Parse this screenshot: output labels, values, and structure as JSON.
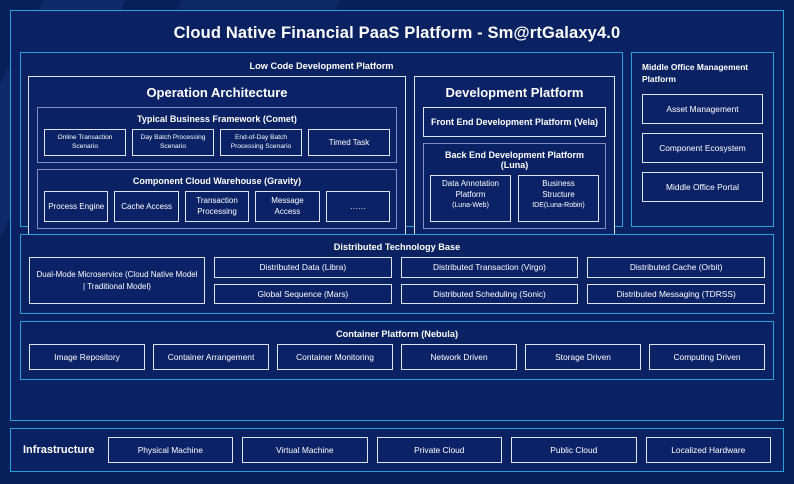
{
  "title": "Cloud Native Financial PaaS Platform - Sm@rtGalaxy4.0",
  "colors": {
    "background": "#06205c",
    "panel_fill": "#0a2262",
    "accent_cyan": "#2a9fe0",
    "border_lavender": "#b9bfdd",
    "border_white": "#dfe3f2",
    "text": "#ffffff"
  },
  "low_code": {
    "heading": "Low Code Development Platform",
    "operation": {
      "title": "Operation Architecture",
      "business_framework": {
        "title": "Typical Business Framework (Comet)",
        "items": [
          "Online Transaction Scenario",
          "Day Batch Processing Scenario",
          "End-of-Day Batch Processing Scenario",
          "Timed Task"
        ]
      },
      "component_warehouse": {
        "title": "Component Cloud Warehouse (Gravity)",
        "items": [
          "Process Engine",
          "Cache Access",
          "Transaction Processing",
          "Message Access",
          "……"
        ]
      }
    },
    "development": {
      "title": "Development Platform",
      "front_end": "Front End Development Platform (Vela)",
      "back_end": {
        "title": "Back End Development Platform (Luna)",
        "items": [
          {
            "line1": "Data Annotation",
            "line2": "Platform",
            "line3": "(Luna-Web)"
          },
          {
            "line1": "Business",
            "line2": "Structure",
            "line3": "IDE(Luna-Robin)"
          }
        ]
      }
    }
  },
  "middle_office": {
    "title": "Middle Office Management Platform",
    "items": [
      "Asset Management",
      "Component Ecosystem",
      "Middle Office Portal"
    ]
  },
  "distributed_technology_base": {
    "heading": "Distributed Technology Base",
    "featured": "Dual-Mode Microservice (Cloud Native Model | Traditional Model)",
    "columns": [
      [
        "Distributed Data (Libra)",
        "Global Sequence (Mars)"
      ],
      [
        "Distributed Transaction (Virgo)",
        "Distributed Scheduling (Sonic)"
      ],
      [
        "Distributed Cache (Orbit)",
        "Distributed Messaging (TDRSS)"
      ]
    ]
  },
  "container_platform": {
    "heading": "Container Platform (Nebula)",
    "items": [
      "Image Repository",
      "Container Arrangement",
      "Container Monitoring",
      "Network Driven",
      "Storage Driven",
      "Computing Driven"
    ]
  },
  "infrastructure": {
    "label": "Infrastructure",
    "items": [
      "Physical Machine",
      "Virtual Machine",
      "Private Cloud",
      "Public Cloud",
      "Localized Hardware"
    ]
  }
}
